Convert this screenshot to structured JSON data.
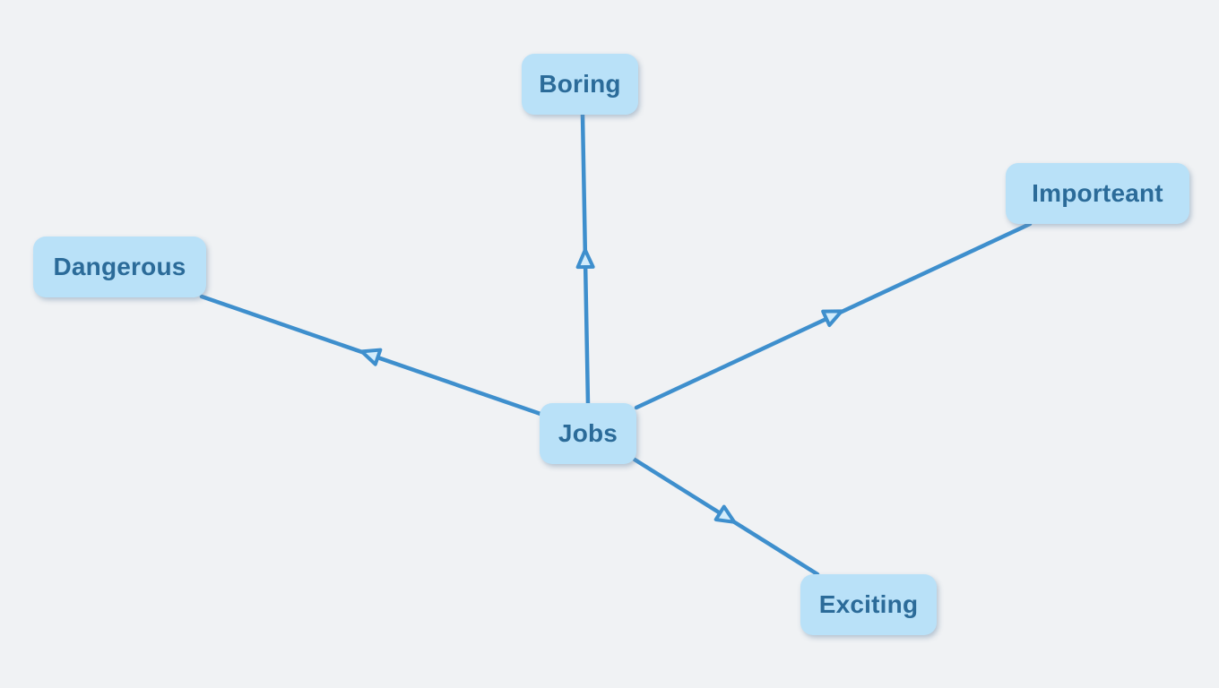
{
  "canvas": {
    "background_color": "#f0f2f4"
  },
  "palette": {
    "node_fill": "#b9e1f8",
    "node_text": "#2b6b99",
    "edge_line": "#3e8fcd",
    "arrowhead_fill": "#d2ecfb"
  },
  "mindmap": {
    "nodes": [
      {
        "id": "jobs",
        "label": "Jobs",
        "role": "center"
      },
      {
        "id": "boring",
        "label": "Boring"
      },
      {
        "id": "importeant",
        "label": "Importeant"
      },
      {
        "id": "dangerous",
        "label": "Dangerous"
      },
      {
        "id": "exciting",
        "label": "Exciting"
      }
    ],
    "edges": [
      {
        "from": "jobs",
        "to": "boring",
        "arrow": "midpoint, pointing away from center"
      },
      {
        "from": "jobs",
        "to": "dangerous",
        "arrow": "midpoint, pointing away from center"
      },
      {
        "from": "jobs",
        "to": "importeant",
        "arrow": "midpoint, pointing away from center"
      },
      {
        "from": "jobs",
        "to": "exciting",
        "arrow": "midpoint, pointing away from center"
      }
    ]
  }
}
